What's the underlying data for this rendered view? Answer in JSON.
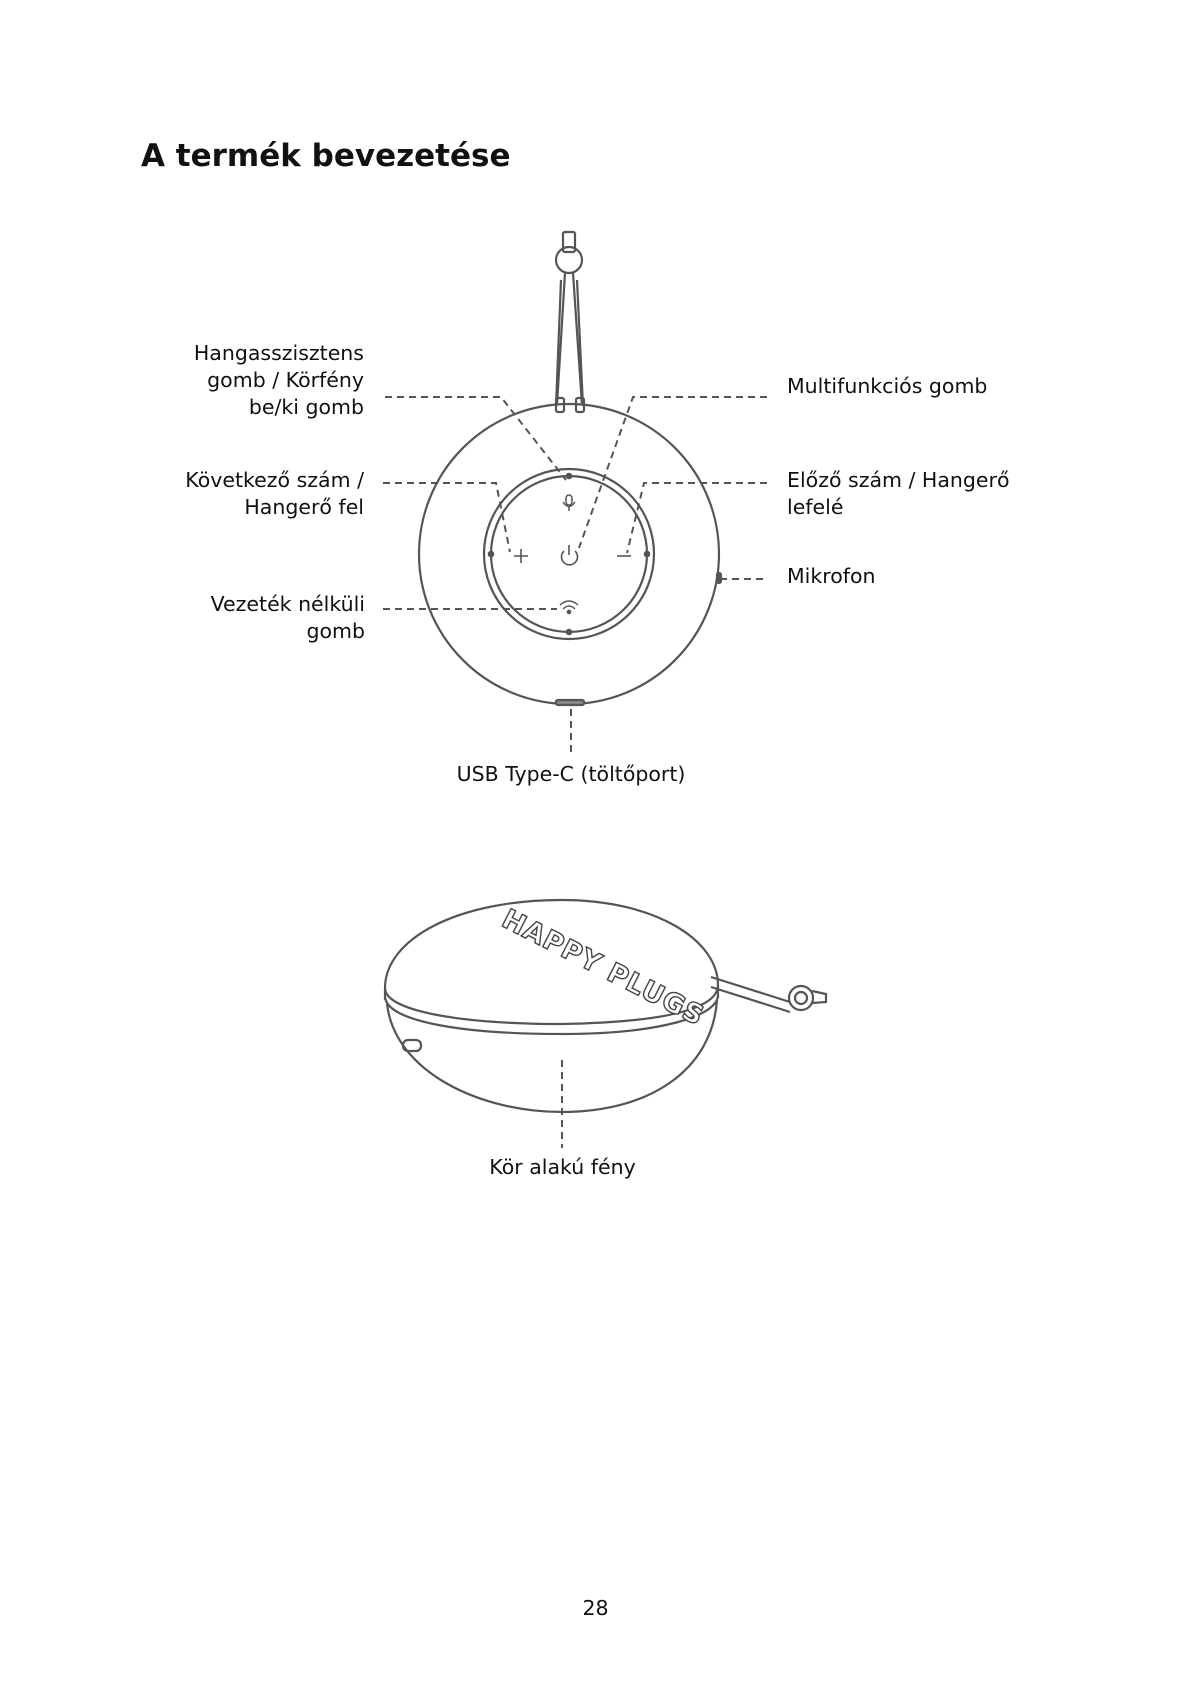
{
  "page": {
    "title": "A termék bevezetése",
    "page_number": "28"
  },
  "top_view_labels": {
    "voice_assistant": "Hangasszisztens\ngomb / Körfény\nbe/ki gomb",
    "multifunction": "Multifunkciós gomb",
    "next_track": "Következő szám /\nHangerő fel",
    "previous_track": "Előző szám / Hangerő\nlefelé",
    "microphone": "Mikrofon",
    "wireless": "Vezeték nélküli\ngomb",
    "usb_port": "USB Type-C (töltőport)"
  },
  "side_view_labels": {
    "ring_light": "Kör alakú fény",
    "brand_logo": "HAPPY PLUGS"
  },
  "icons": [
    "microphone-icon",
    "plus-icon",
    "power-icon",
    "minus-icon",
    "wireless-icon"
  ],
  "colors": {
    "line": "#555555",
    "text": "#111111"
  }
}
